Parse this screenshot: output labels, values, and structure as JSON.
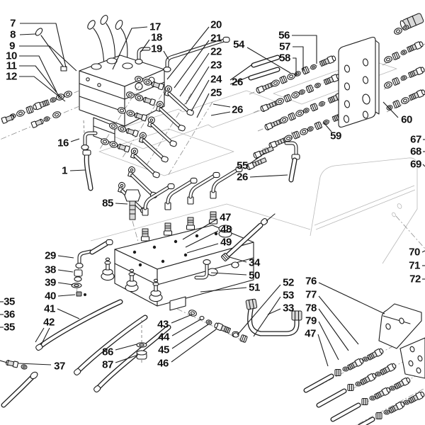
{
  "figure": {
    "type": "exploded-parts-diagram",
    "subject": "hydraulic control valve assembly with hoses, fittings and mounting plates",
    "background_color": "#ffffff",
    "line_color": "#1c1c1c"
  },
  "callouts": [
    {
      "label": "7"
    },
    {
      "label": "8"
    },
    {
      "label": "9"
    },
    {
      "label": "10"
    },
    {
      "label": "11"
    },
    {
      "label": "12"
    },
    {
      "label": "16"
    },
    {
      "label": "1"
    },
    {
      "label": "17"
    },
    {
      "label": "18"
    },
    {
      "label": "19"
    },
    {
      "label": "20"
    },
    {
      "label": "21"
    },
    {
      "label": "22"
    },
    {
      "label": "23"
    },
    {
      "label": "24"
    },
    {
      "label": "25"
    },
    {
      "label": "26"
    },
    {
      "label": "54"
    },
    {
      "label": "56"
    },
    {
      "label": "57"
    },
    {
      "label": "58"
    },
    {
      "label": "26"
    },
    {
      "label": "59"
    },
    {
      "label": "60"
    },
    {
      "label": "55"
    },
    {
      "label": "26"
    },
    {
      "label": "67"
    },
    {
      "label": "68"
    },
    {
      "label": "69"
    },
    {
      "label": "85"
    },
    {
      "label": "29"
    },
    {
      "label": "38"
    },
    {
      "label": "39"
    },
    {
      "label": "40"
    },
    {
      "label": "41"
    },
    {
      "label": "42"
    },
    {
      "label": "35"
    },
    {
      "label": "36"
    },
    {
      "label": "35"
    },
    {
      "label": "37"
    },
    {
      "label": "47"
    },
    {
      "label": "48"
    },
    {
      "label": "49"
    },
    {
      "label": "34"
    },
    {
      "label": "50"
    },
    {
      "label": "51"
    },
    {
      "label": "52"
    },
    {
      "label": "53"
    },
    {
      "label": "33"
    },
    {
      "label": "43"
    },
    {
      "label": "44"
    },
    {
      "label": "45"
    },
    {
      "label": "46"
    },
    {
      "label": "86"
    },
    {
      "label": "87"
    },
    {
      "label": "76"
    },
    {
      "label": "77"
    },
    {
      "label": "78"
    },
    {
      "label": "79"
    },
    {
      "label": "47"
    },
    {
      "label": "70"
    },
    {
      "label": "71"
    },
    {
      "label": "72"
    }
  ]
}
